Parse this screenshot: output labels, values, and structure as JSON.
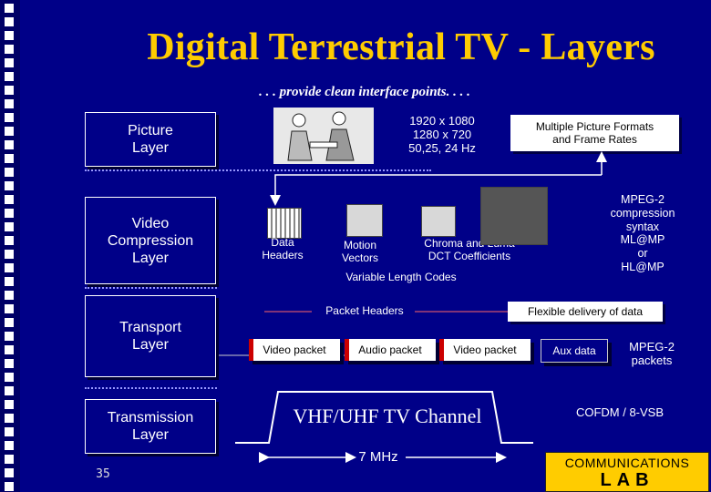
{
  "title": "Digital Terrestrial TV - Layers",
  "subtitle": ". . . provide clean interface points. . . .",
  "layers": {
    "picture": [
      "Picture",
      "Layer"
    ],
    "video": [
      "Video",
      "Compression",
      "Layer"
    ],
    "transport": [
      "Transport",
      "Layer"
    ],
    "transmission": [
      "Transmission",
      "Layer"
    ]
  },
  "picture_row": {
    "resolutions": [
      "1920 x 1080",
      "1280 x 720",
      "50,25, 24 Hz"
    ],
    "formats": [
      "Multiple Picture Formats",
      "and Frame  Rates"
    ]
  },
  "video_row": {
    "data_headers": [
      "Data",
      "Headers"
    ],
    "motion_vectors": [
      "Motion",
      "Vectors"
    ],
    "chroma": [
      "Chroma  and Luma",
      "DCT Coefficients"
    ],
    "vlc": "Variable Length Codes",
    "mpeg2": [
      "MPEG-2",
      "compression",
      "syntax",
      "ML@MP",
      "or",
      "HL@MP"
    ]
  },
  "transport_row": {
    "packet_headers": "Packet Headers",
    "flexible": "Flexible delivery of data",
    "packets": [
      "Video packet",
      "Audio packet",
      "Video packet",
      "Aux data"
    ],
    "mpeg2_packets": [
      "MPEG-2",
      "packets"
    ]
  },
  "transmission_row": {
    "channel": "VHF/UHF TV Channel",
    "bandwidth": "7 MHz",
    "cofdm": "COFDM / 8-VSB"
  },
  "page_number": "35",
  "logo": [
    "COMMUNICATIONS",
    "LAB"
  ],
  "colors": {
    "background": "#000088",
    "title": "#ffcc00",
    "logo": "#ffcc00",
    "packet_marker": "#cc0000"
  }
}
